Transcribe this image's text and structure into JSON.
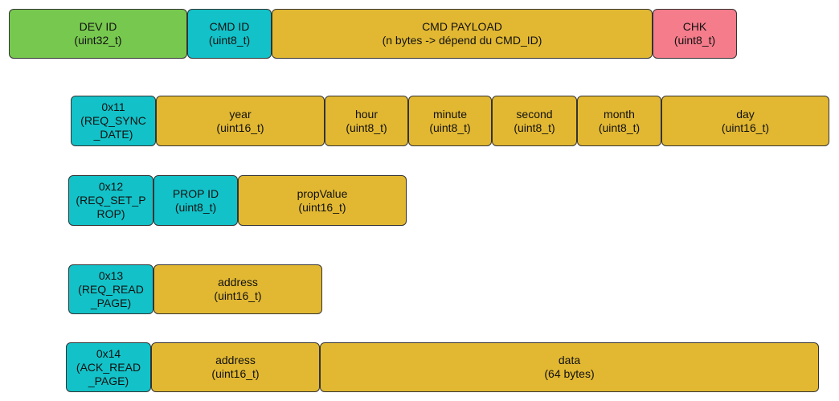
{
  "colors": {
    "dev_id": "#77c84f",
    "cmd_id": "#12c2c8",
    "payload": "#e2b832",
    "chk": "#f47c8b"
  },
  "frame": {
    "dev_id": {
      "title": "DEV ID",
      "type": "(uint32_t)"
    },
    "cmd_id": {
      "title": "CMD ID",
      "type": "(uint8_t)"
    },
    "payload": {
      "title": "CMD PAYLOAD",
      "type": "(n bytes -> dépend du CMD_ID)"
    },
    "chk": {
      "title": "CHK",
      "type": "(uint8_t)"
    }
  },
  "commands": [
    {
      "id_label": "0x11\n(REQ_SYNC\n_DATE)",
      "fields": [
        {
          "title": "year",
          "type": "(uint16_t)"
        },
        {
          "title": "hour",
          "type": "(uint8_t)"
        },
        {
          "title": "minute",
          "type": "(uint8_t)"
        },
        {
          "title": "second",
          "type": "(uint8_t)"
        },
        {
          "title": "month",
          "type": "(uint8_t)"
        },
        {
          "title": "day",
          "type": "(uint16_t)"
        }
      ]
    },
    {
      "id_label": "0x12\n(REQ_SET_P\nROP)",
      "fields": [
        {
          "title": "PROP ID",
          "type": "(uint8_t)"
        },
        {
          "title": "propValue",
          "type": "(uint16_t)"
        }
      ]
    },
    {
      "id_label": "0x13\n(REQ_READ\n_PAGE)",
      "fields": [
        {
          "title": "address",
          "type": "(uint16_t)"
        }
      ]
    },
    {
      "id_label": "0x14\n(ACK_READ\n_PAGE)",
      "fields": [
        {
          "title": "address",
          "type": "(uint16_t)"
        },
        {
          "title": "data",
          "type": "(64 bytes)"
        }
      ]
    }
  ]
}
